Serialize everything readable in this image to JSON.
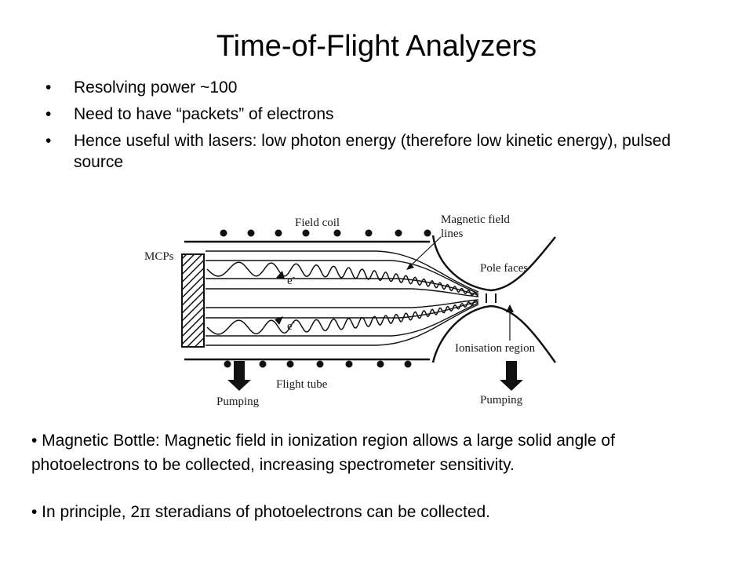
{
  "slide": {
    "title": "Time-of-Flight Analyzers",
    "bullet_char": "•",
    "bullets": [
      "Resolving power ~100",
      "Need to have “packets” of electrons",
      "Hence useful with lasers: low photon energy (therefore low kinetic energy), pulsed source"
    ]
  },
  "diagram": {
    "labels": {
      "field_coil": "Field coil",
      "magnetic_field_lines_1": "Magnetic field",
      "magnetic_field_lines_2": "lines",
      "mcps": "MCPs",
      "pole_faces": "Pole faces",
      "electron": "e",
      "electron_sup": "-",
      "ionisation_region": "Ionisation region",
      "flight_tube": "Flight tube",
      "pumping_left": "Pumping",
      "pumping_right": "Pumping"
    }
  },
  "notes": {
    "magnetic_bottle": "• Magnetic Bottle: Magnetic field in ionization region allows a large solid angle of photoelectrons to be collected, increasing spectrometer sensitivity.",
    "principle_prefix": "• In principle, 2",
    "principle_pi": "π",
    "principle_suffix": " steradians of photoelectrons can be collected."
  }
}
